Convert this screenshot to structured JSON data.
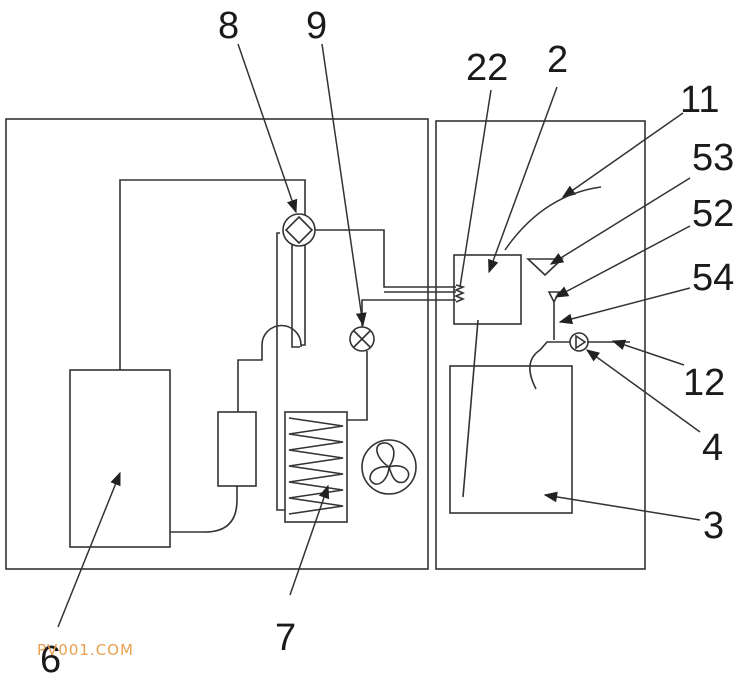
{
  "labels": {
    "l8": "8",
    "l9": "9",
    "l22": "22",
    "l2": "2",
    "l11": "11",
    "l53": "53",
    "l52": "52",
    "l54": "54",
    "l12": "12",
    "l4": "4",
    "l3": "3",
    "l7": "7",
    "l6": "6"
  },
  "watermark": "PV001.COM",
  "colors": {
    "line": "#333333",
    "background": "#ffffff",
    "watermark": "#e8a050"
  },
  "icons": {
    "four_way_valve": "diamond-in-circle-icon",
    "expansion_valve": "cross-in-circle-icon",
    "fan": "fan-icon",
    "pump": "pump-triangle-icon"
  }
}
